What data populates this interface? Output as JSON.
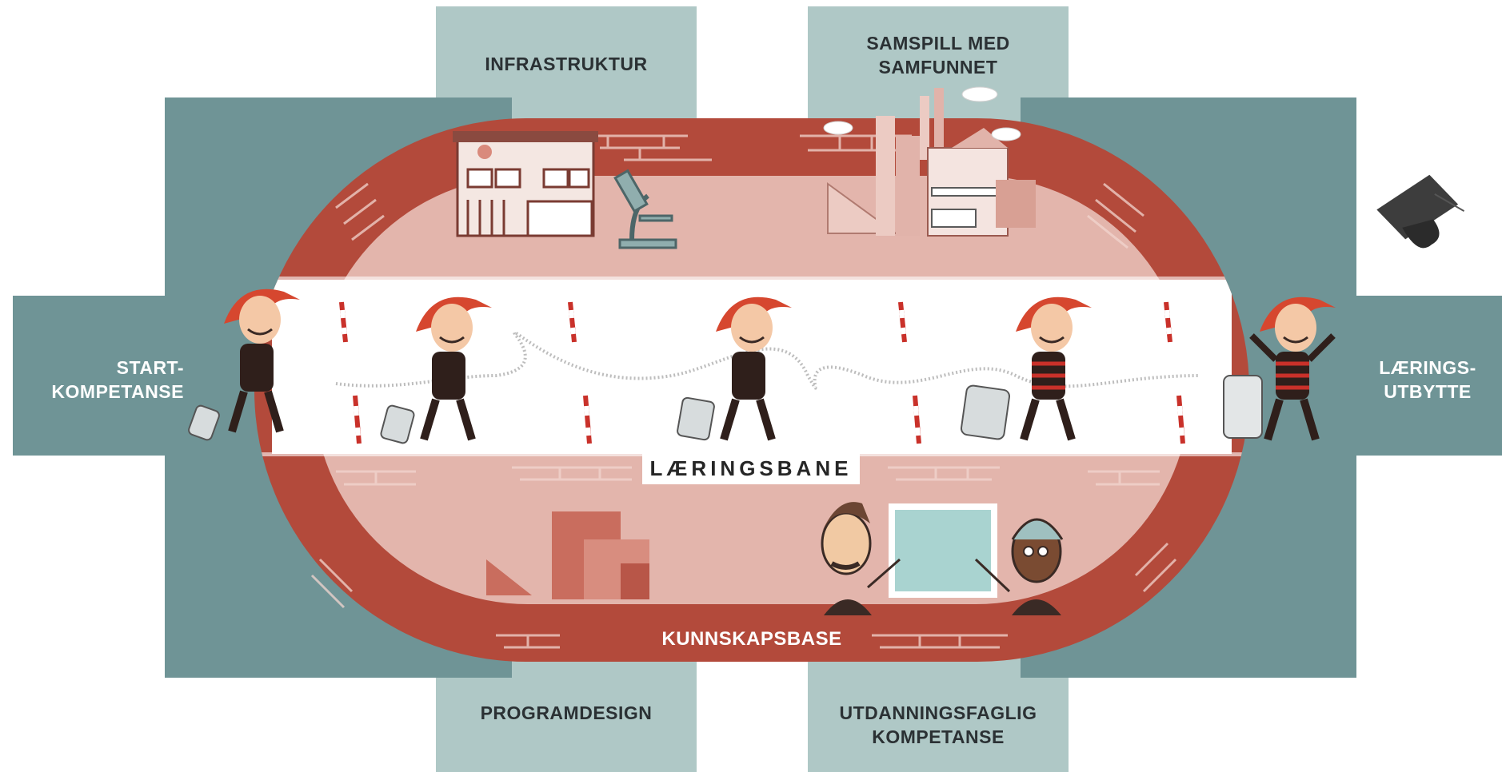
{
  "labels": {
    "top_left": "INFRASTRUKTUR",
    "top_right_line1": "SAMSPILL MED",
    "top_right_line2": "SAMFUNNET",
    "left_line1": "START-",
    "left_line2": "KOMPETANSE",
    "right_line1": "LÆRINGS-",
    "right_line2": "UTBYTTE",
    "bottom_left": "PROGRAMDESIGN",
    "bottom_right_line1": "UTDANNINGSFAGLIG",
    "bottom_right_line2": "KOMPETANSE",
    "lane": "LÆRINGSBANE",
    "base": "KUNNSKAPSBASE"
  },
  "colors": {
    "light_panel": "#afc8c6",
    "dark_panel": "#6f9496",
    "track": "#b34a3b",
    "inner_field": "#e3b5ac",
    "lane": "#ffffff",
    "brick_line": "#f2d6cf",
    "hair": "#d6472f",
    "shirt_stripe": "#c9312a"
  },
  "icons": [
    "building-icon",
    "microscope-icon",
    "factory-icon",
    "graduation-cap-icon",
    "suitcase-icon",
    "teacher-icon",
    "whiteboard-icon",
    "student-icon"
  ]
}
